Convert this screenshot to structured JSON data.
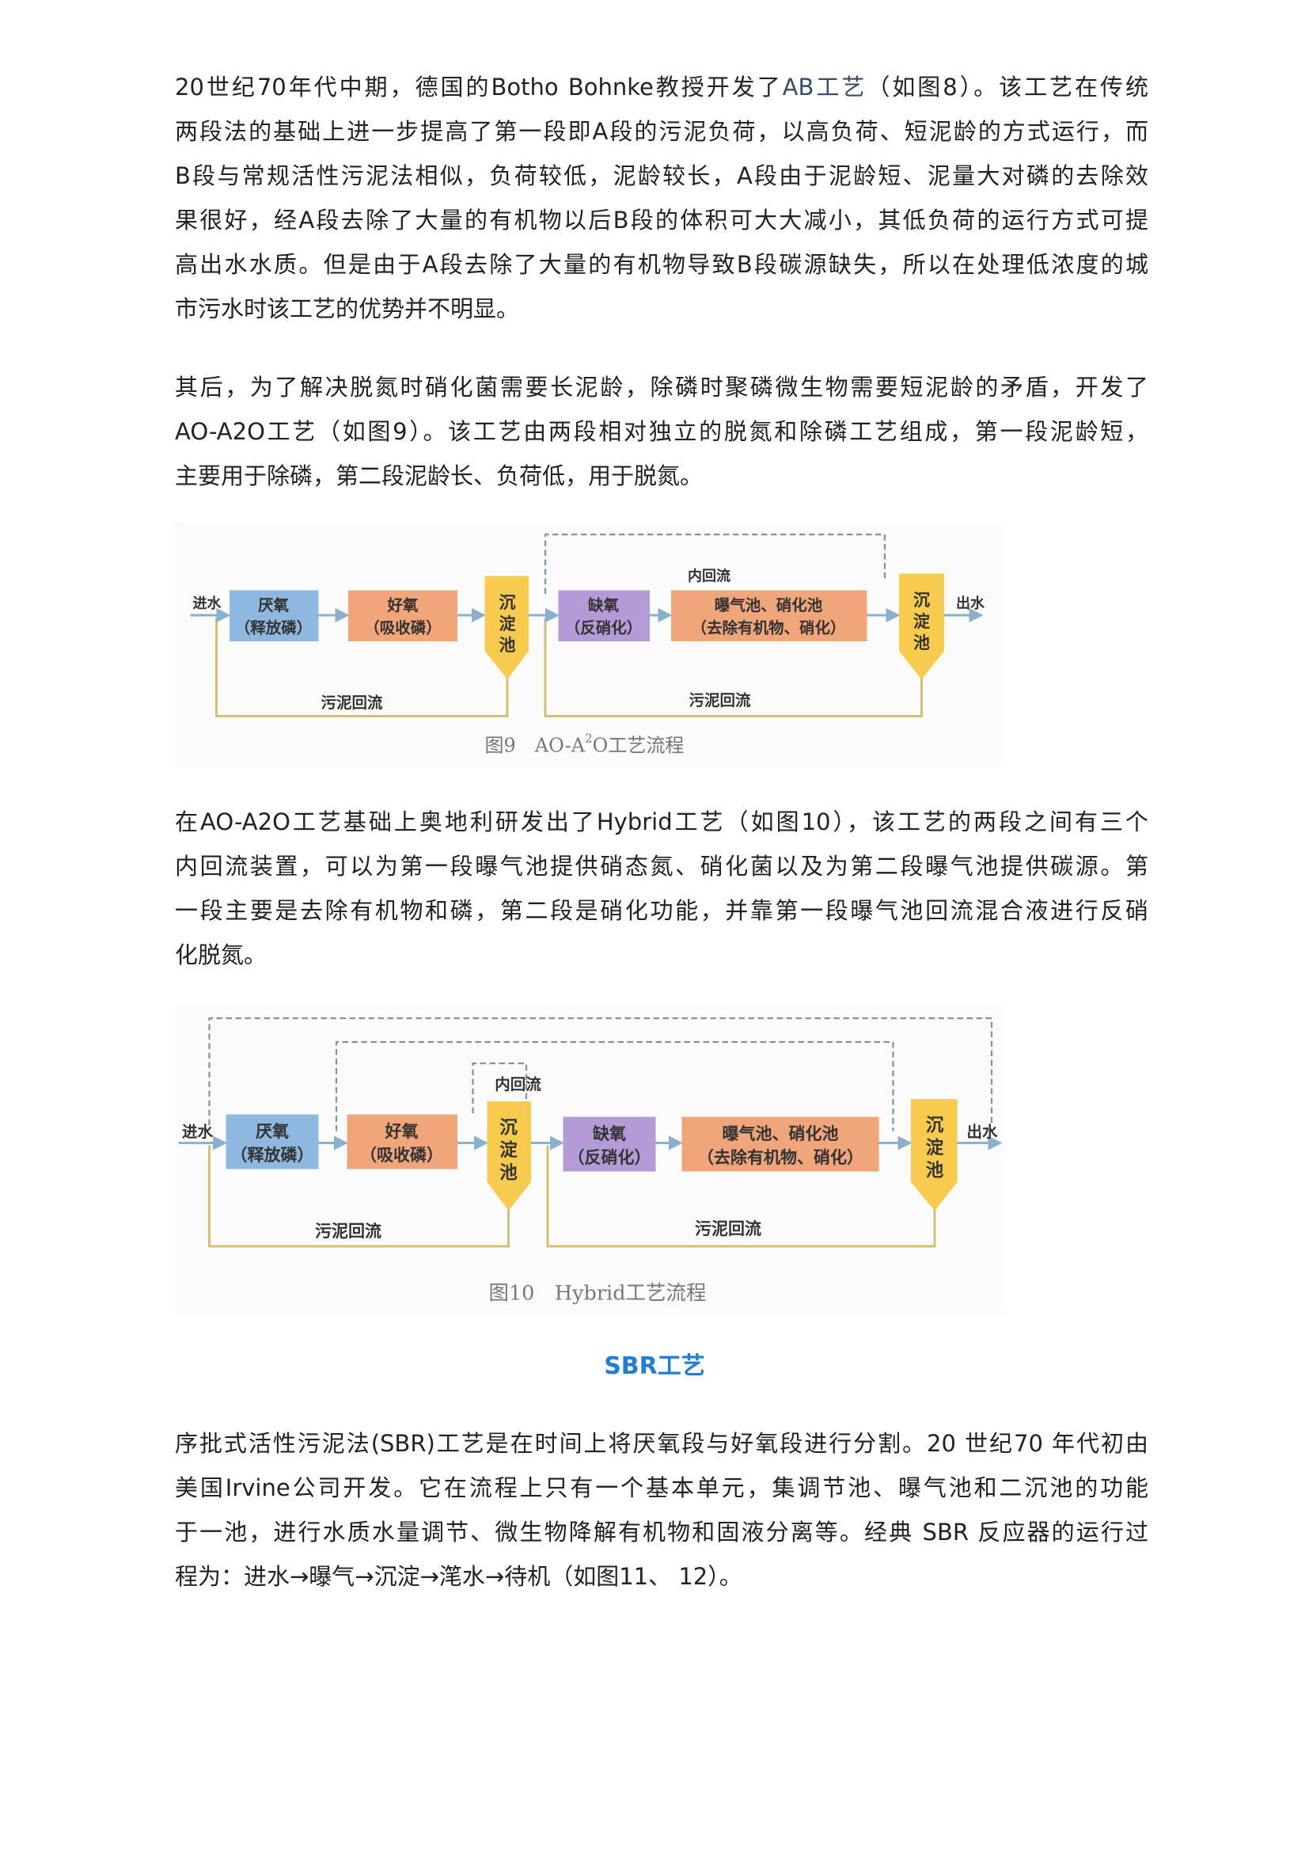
{
  "para1": {
    "line0_pre": "20世纪70年代中期，德国的Botho Bohnke教授开发了",
    "line0_hl": "AB工艺",
    "line0_post": "（如图8）。该工艺在传统",
    "lines": [
      "两段法的基础上进一步提高了第一段即A段的污泥负荷，以高负荷、短泥龄的方式运行，而",
      "B段与常规活性污泥法相似，负荷较低，泥龄较长，A段由于泥龄短、泥量大对磷的去除效",
      "果很好，经A段去除了大量的有机物以后B段的体积可大大减小，其低负荷的运行方式可提",
      "高出水水质。但是由于A段去除了大量的有机物导致B段碳源缺失，所以在处理低浓度的城",
      "市污水时该工艺的优势并不明显。"
    ]
  },
  "para2": {
    "lines": [
      "其后，为了解决脱氮时硝化菌需要长泥龄，除磷时聚磷微生物需要短泥龄的矛盾，开发了",
      "AO-A2O工艺（如图9）。该工艺由两段相对独立的脱氮和除磷工艺组成，第一段泥龄短，",
      "主要用于除磷，第二段泥龄长、负荷低，用于脱氮。"
    ]
  },
  "fig9": {
    "inlet": "进水",
    "outlet": "出水",
    "anaerobic": [
      "厌氧",
      "（释放磷）"
    ],
    "aerobic": [
      "好氧",
      "（吸收磷）"
    ],
    "settler": [
      "沉",
      "淀",
      "池"
    ],
    "anoxic": [
      "缺氧",
      "（反硝化）"
    ],
    "aeration": [
      "曝气池、硝化池",
      "（去除有机物、硝化）"
    ],
    "internal_reflux": "内回流",
    "sludge_reflux": "污泥回流",
    "caption_pre": "图9　AO-A",
    "caption_sup": "2",
    "caption_post": "O工艺流程"
  },
  "para3": {
    "lines": [
      "在AO-A2O工艺基础上奥地利研发出了Hybrid工艺（如图10），该工艺的两段之间有三个",
      "内回流装置，可以为第一段曝气池提供硝态氮、硝化菌以及为第二段曝气池提供碳源。第",
      "一段主要是去除有机物和磷，第二段是硝化功能，并靠第一段曝气池回流混合液进行反硝",
      "化脱氮。"
    ]
  },
  "fig10": {
    "inlet": "进水",
    "outlet": "出水",
    "anaerobic": [
      "厌氧",
      "（释放磷）"
    ],
    "aerobic": [
      "好氧",
      "（吸收磷）"
    ],
    "settler": [
      "沉",
      "淀",
      "池"
    ],
    "anoxic": [
      "缺氧",
      "（反硝化）"
    ],
    "aeration": [
      "曝气池、硝化池",
      "（去除有机物、硝化）"
    ],
    "internal_reflux": "内回流",
    "sludge_reflux": "污泥回流",
    "caption": "图10　Hybrid工艺流程"
  },
  "heading": "SBR工艺",
  "para4": {
    "lines": [
      "序批式活性污泥法(SBR)工艺是在时间上将厌氧段与好氧段进行分割。20 世纪70 年代初由",
      "美国Irvine公司开发。它在流程上只有一个基本单元，集调节池、曝气池和二沉池的功能",
      "于一池，进行水质水量调节、微生物降解有机物和固液分离等。经典 SBR 反应器的运行过",
      "程为：进水→曝气→沉淀→滗水→待机（如图11、 12）。"
    ]
  },
  "colors": {
    "anaerobic": "#8fb8e0",
    "aerobic": "#f0a57a",
    "anoxic": "#b49ad6",
    "settler": "#f7cb4d",
    "sludge": "#d4bf72",
    "flow": "#8ab0cc",
    "heading": "#1f7fd8"
  }
}
